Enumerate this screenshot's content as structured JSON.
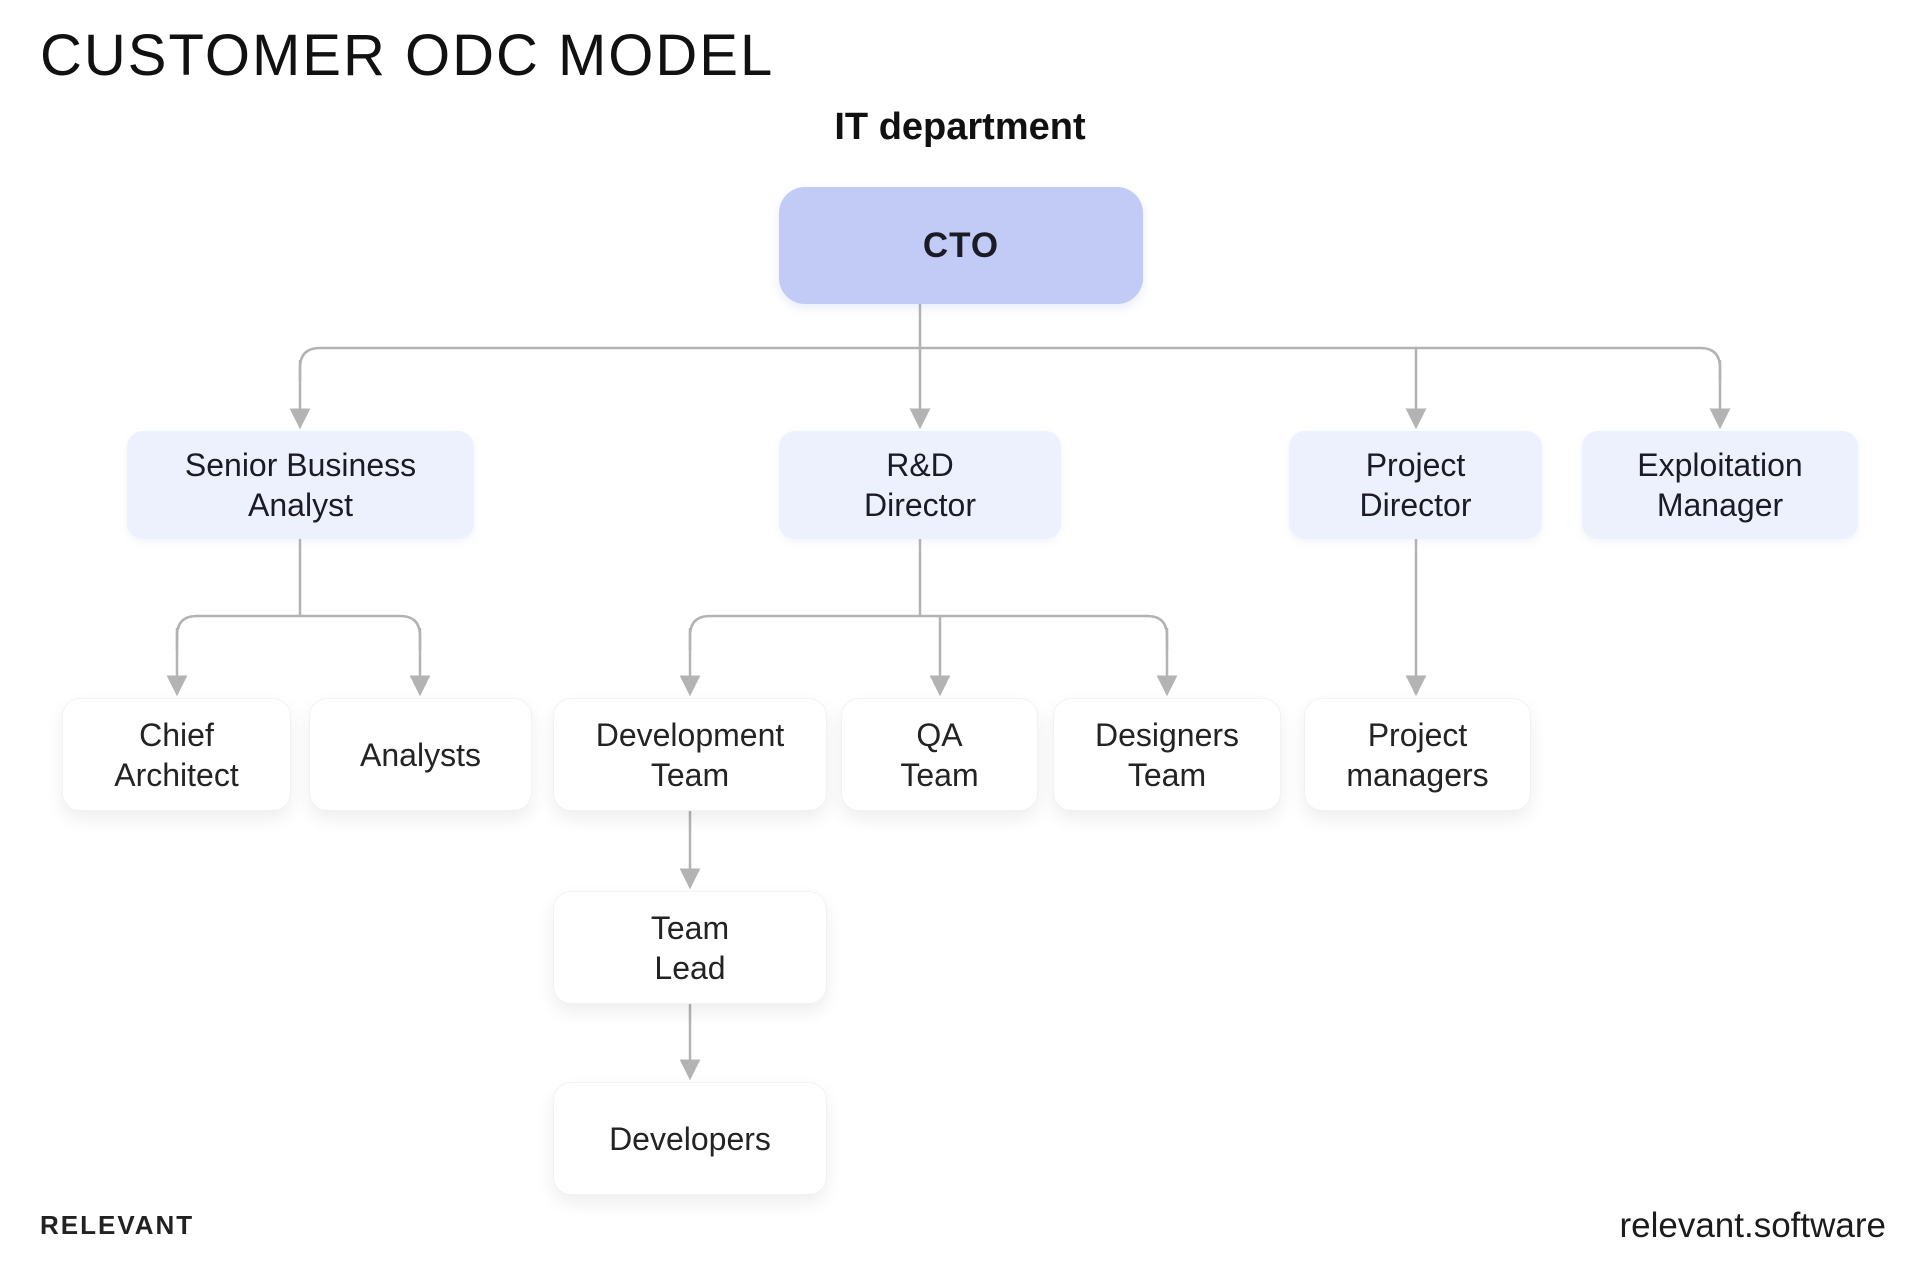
{
  "header": {
    "title": "CUSTOMER ODC MODEL",
    "department_label": "IT department"
  },
  "footer": {
    "brand": "RELEVANT",
    "site": "relevant.software"
  },
  "colors": {
    "root_fill": "#c1cbf6",
    "branch_fill": "#edf1fd",
    "leaf_fill": "#ffffff",
    "connector": "#b3b3b3",
    "node_text": "#1b1b26",
    "title_text": "#111111"
  },
  "nodes": {
    "cto": {
      "label": "CTO"
    },
    "senior_business_analyst": {
      "label": "Senior Business\nAnalyst"
    },
    "rnd_director": {
      "label": "R&D\nDirector"
    },
    "project_director": {
      "label": "Project\nDirector"
    },
    "exploitation_manager": {
      "label": "Exploitation\nManager"
    },
    "chief_architect": {
      "label": "Chief\nArchitect"
    },
    "analysts": {
      "label": "Analysts"
    },
    "development_team": {
      "label": "Development\nTeam"
    },
    "qa_team": {
      "label": "QA\nTeam"
    },
    "designers_team": {
      "label": "Designers\nTeam"
    },
    "project_managers": {
      "label": "Project\nmanagers"
    },
    "team_lead": {
      "label": "Team\nLead"
    },
    "developers": {
      "label": "Developers"
    }
  },
  "hierarchy": {
    "CTO": [
      "Senior Business Analyst",
      "R&D Director",
      "Project Director",
      "Exploitation Manager"
    ],
    "Senior Business Analyst": [
      "Chief Architect",
      "Analysts"
    ],
    "R&D Director": [
      "Development Team",
      "QA Team",
      "Designers Team"
    ],
    "Project Director": [
      "Project managers"
    ],
    "Development Team": [
      "Team Lead"
    ],
    "Team Lead": [
      "Developers"
    ]
  }
}
